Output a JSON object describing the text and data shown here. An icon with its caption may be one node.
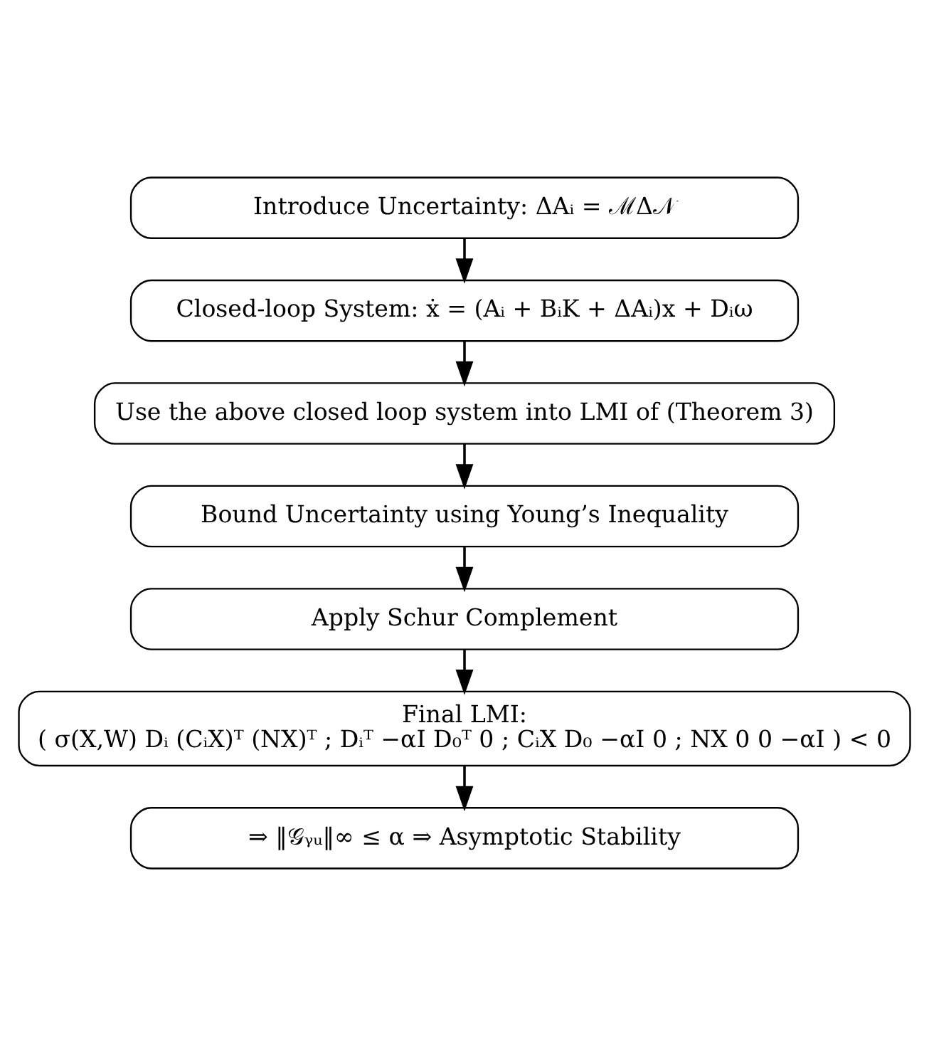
{
  "diagram": {
    "nodes": [
      {
        "text": [
          "Introduce Uncertainty: ΔAᵢ = ℳΔ𝒩"
        ]
      },
      {
        "text": [
          "Closed-loop System: ẋ = (Aᵢ + BᵢK + ΔAᵢ)x + Dᵢω"
        ]
      },
      {
        "text": [
          "Use the above closed loop system into LMI of (Theorem 3)"
        ]
      },
      {
        "text": [
          "Bound Uncertainty using Young’s Inequality"
        ]
      },
      {
        "text": [
          "Apply Schur Complement"
        ]
      },
      {
        "text": [
          "Final LMI:",
          "( σ(X,W) Dᵢ (CᵢX)ᵀ (NX)ᵀ ; Dᵢᵀ −αI D₀ᵀ 0 ; CᵢX D₀ −αI 0 ; NX 0 0 −αI ) < 0"
        ]
      },
      {
        "text": [
          "⇒ ‖𝒢ᵧᵤ‖∞ ≤ α ⇒ Asymptotic Stability"
        ]
      }
    ],
    "edges": [
      {
        "from": 0,
        "to": 1,
        "arrow": "to"
      },
      {
        "from": 1,
        "to": 2,
        "arrow": "to"
      },
      {
        "from": 2,
        "to": 3,
        "arrow": "to"
      },
      {
        "from": 3,
        "to": 4,
        "arrow": "to"
      },
      {
        "from": 4,
        "to": 5,
        "arrow": "to"
      },
      {
        "from": 5,
        "to": 6,
        "arrow": "to"
      }
    ]
  }
}
